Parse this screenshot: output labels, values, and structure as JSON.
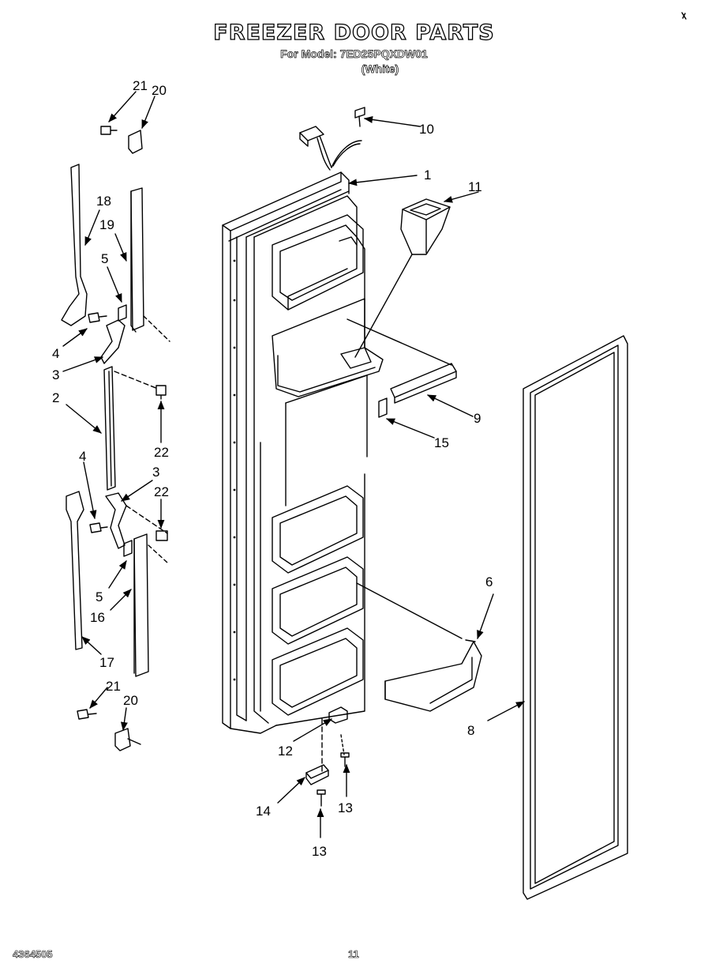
{
  "header": {
    "title": "FREEZER DOOR PARTS",
    "model_line": "For Model: 7ED25PQXDW01",
    "color": "(White)"
  },
  "footer": {
    "doc_number": "4364505",
    "page_number": "11"
  },
  "callouts": {
    "c1": "1",
    "c2": "2",
    "c3a": "3",
    "c3b": "3",
    "c4a": "4",
    "c4b": "4",
    "c5a": "5",
    "c5b": "5",
    "c6": "6",
    "c8": "8",
    "c9": "9",
    "c10": "10",
    "c11": "11",
    "c12": "12",
    "c13a": "13",
    "c13b": "13",
    "c14": "14",
    "c15": "15",
    "c16": "16",
    "c17": "17",
    "c18": "18",
    "c19": "19",
    "c20a": "20",
    "c20b": "20",
    "c21a": "21",
    "c21b": "21",
    "c22a": "22",
    "c22b": "22"
  }
}
